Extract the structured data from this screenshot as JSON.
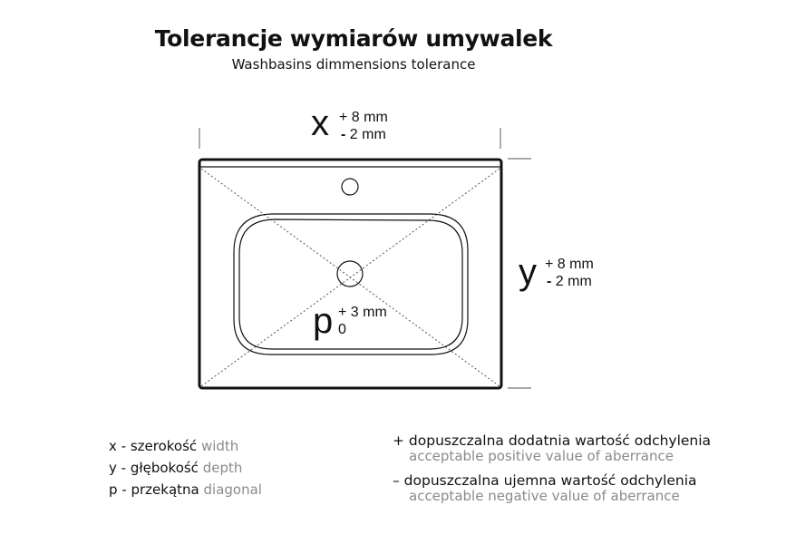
{
  "header": {
    "title": "Tolerancje wymiarów umywalek",
    "subtitle": "Washbasins dimmensions tolerance"
  },
  "dimensions": {
    "x": {
      "letter": "x",
      "plus": "+ 8 mm",
      "minus_sign": "-",
      "minus": "2 mm"
    },
    "y": {
      "letter": "y",
      "plus": "+ 8 mm",
      "minus_sign": "-",
      "minus": "2 mm"
    },
    "p": {
      "letter": "p",
      "plus": "+ 3 mm",
      "minus": "0"
    }
  },
  "legend_left": [
    {
      "key": "x - szerokość",
      "en": "width"
    },
    {
      "key": "y - głębokość",
      "en": "depth"
    },
    {
      "key": "p - przekątna",
      "en": "diagonal"
    }
  ],
  "legend_right": [
    {
      "pl": "+ dopuszczalna dodatnia wartość odchylenia",
      "en": "acceptable positive value of aberrance"
    },
    {
      "pl": "– dopuszczalna ujemna wartość odchylenia",
      "en": "acceptable negative value of aberrance"
    }
  ],
  "colors": {
    "line": "#111111",
    "dotted": "#555555",
    "dim_line": "#777777",
    "english_text": "#8a8a8a"
  }
}
